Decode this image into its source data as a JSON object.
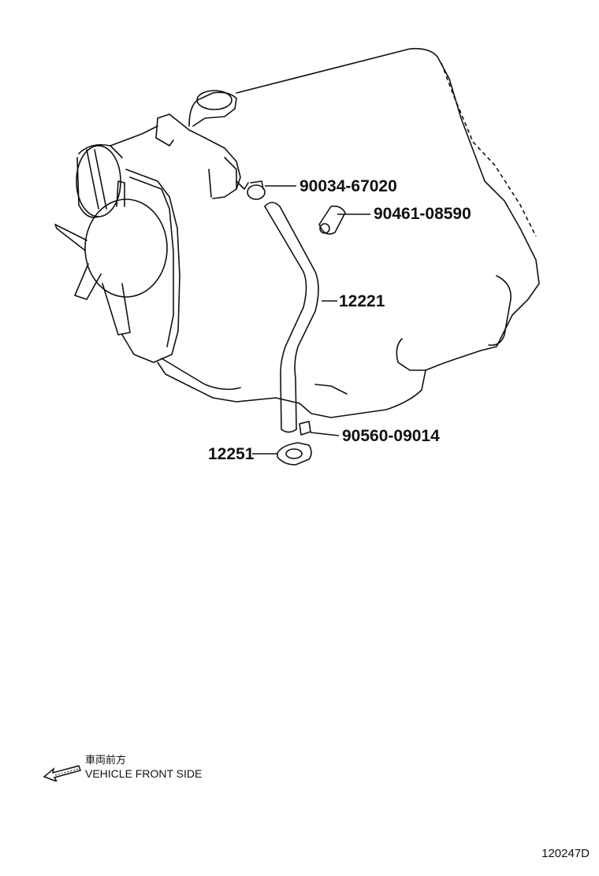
{
  "parts": [
    {
      "id": "hose-clip",
      "number": "90034-67020"
    },
    {
      "id": "hose-clamp",
      "number": "90461-08590"
    },
    {
      "id": "ventilation-hose",
      "number": "12221"
    },
    {
      "id": "union-gasket",
      "number": "90560-09014"
    },
    {
      "id": "pipe-flange",
      "number": "12251"
    }
  ],
  "legend": {
    "japanese": "車両前方",
    "english": "VEHICLE FRONT SIDE",
    "icon": "arrow-left-icon"
  },
  "figure_code": "120247D",
  "colors": {
    "line": "#111111",
    "background": "#ffffff"
  }
}
